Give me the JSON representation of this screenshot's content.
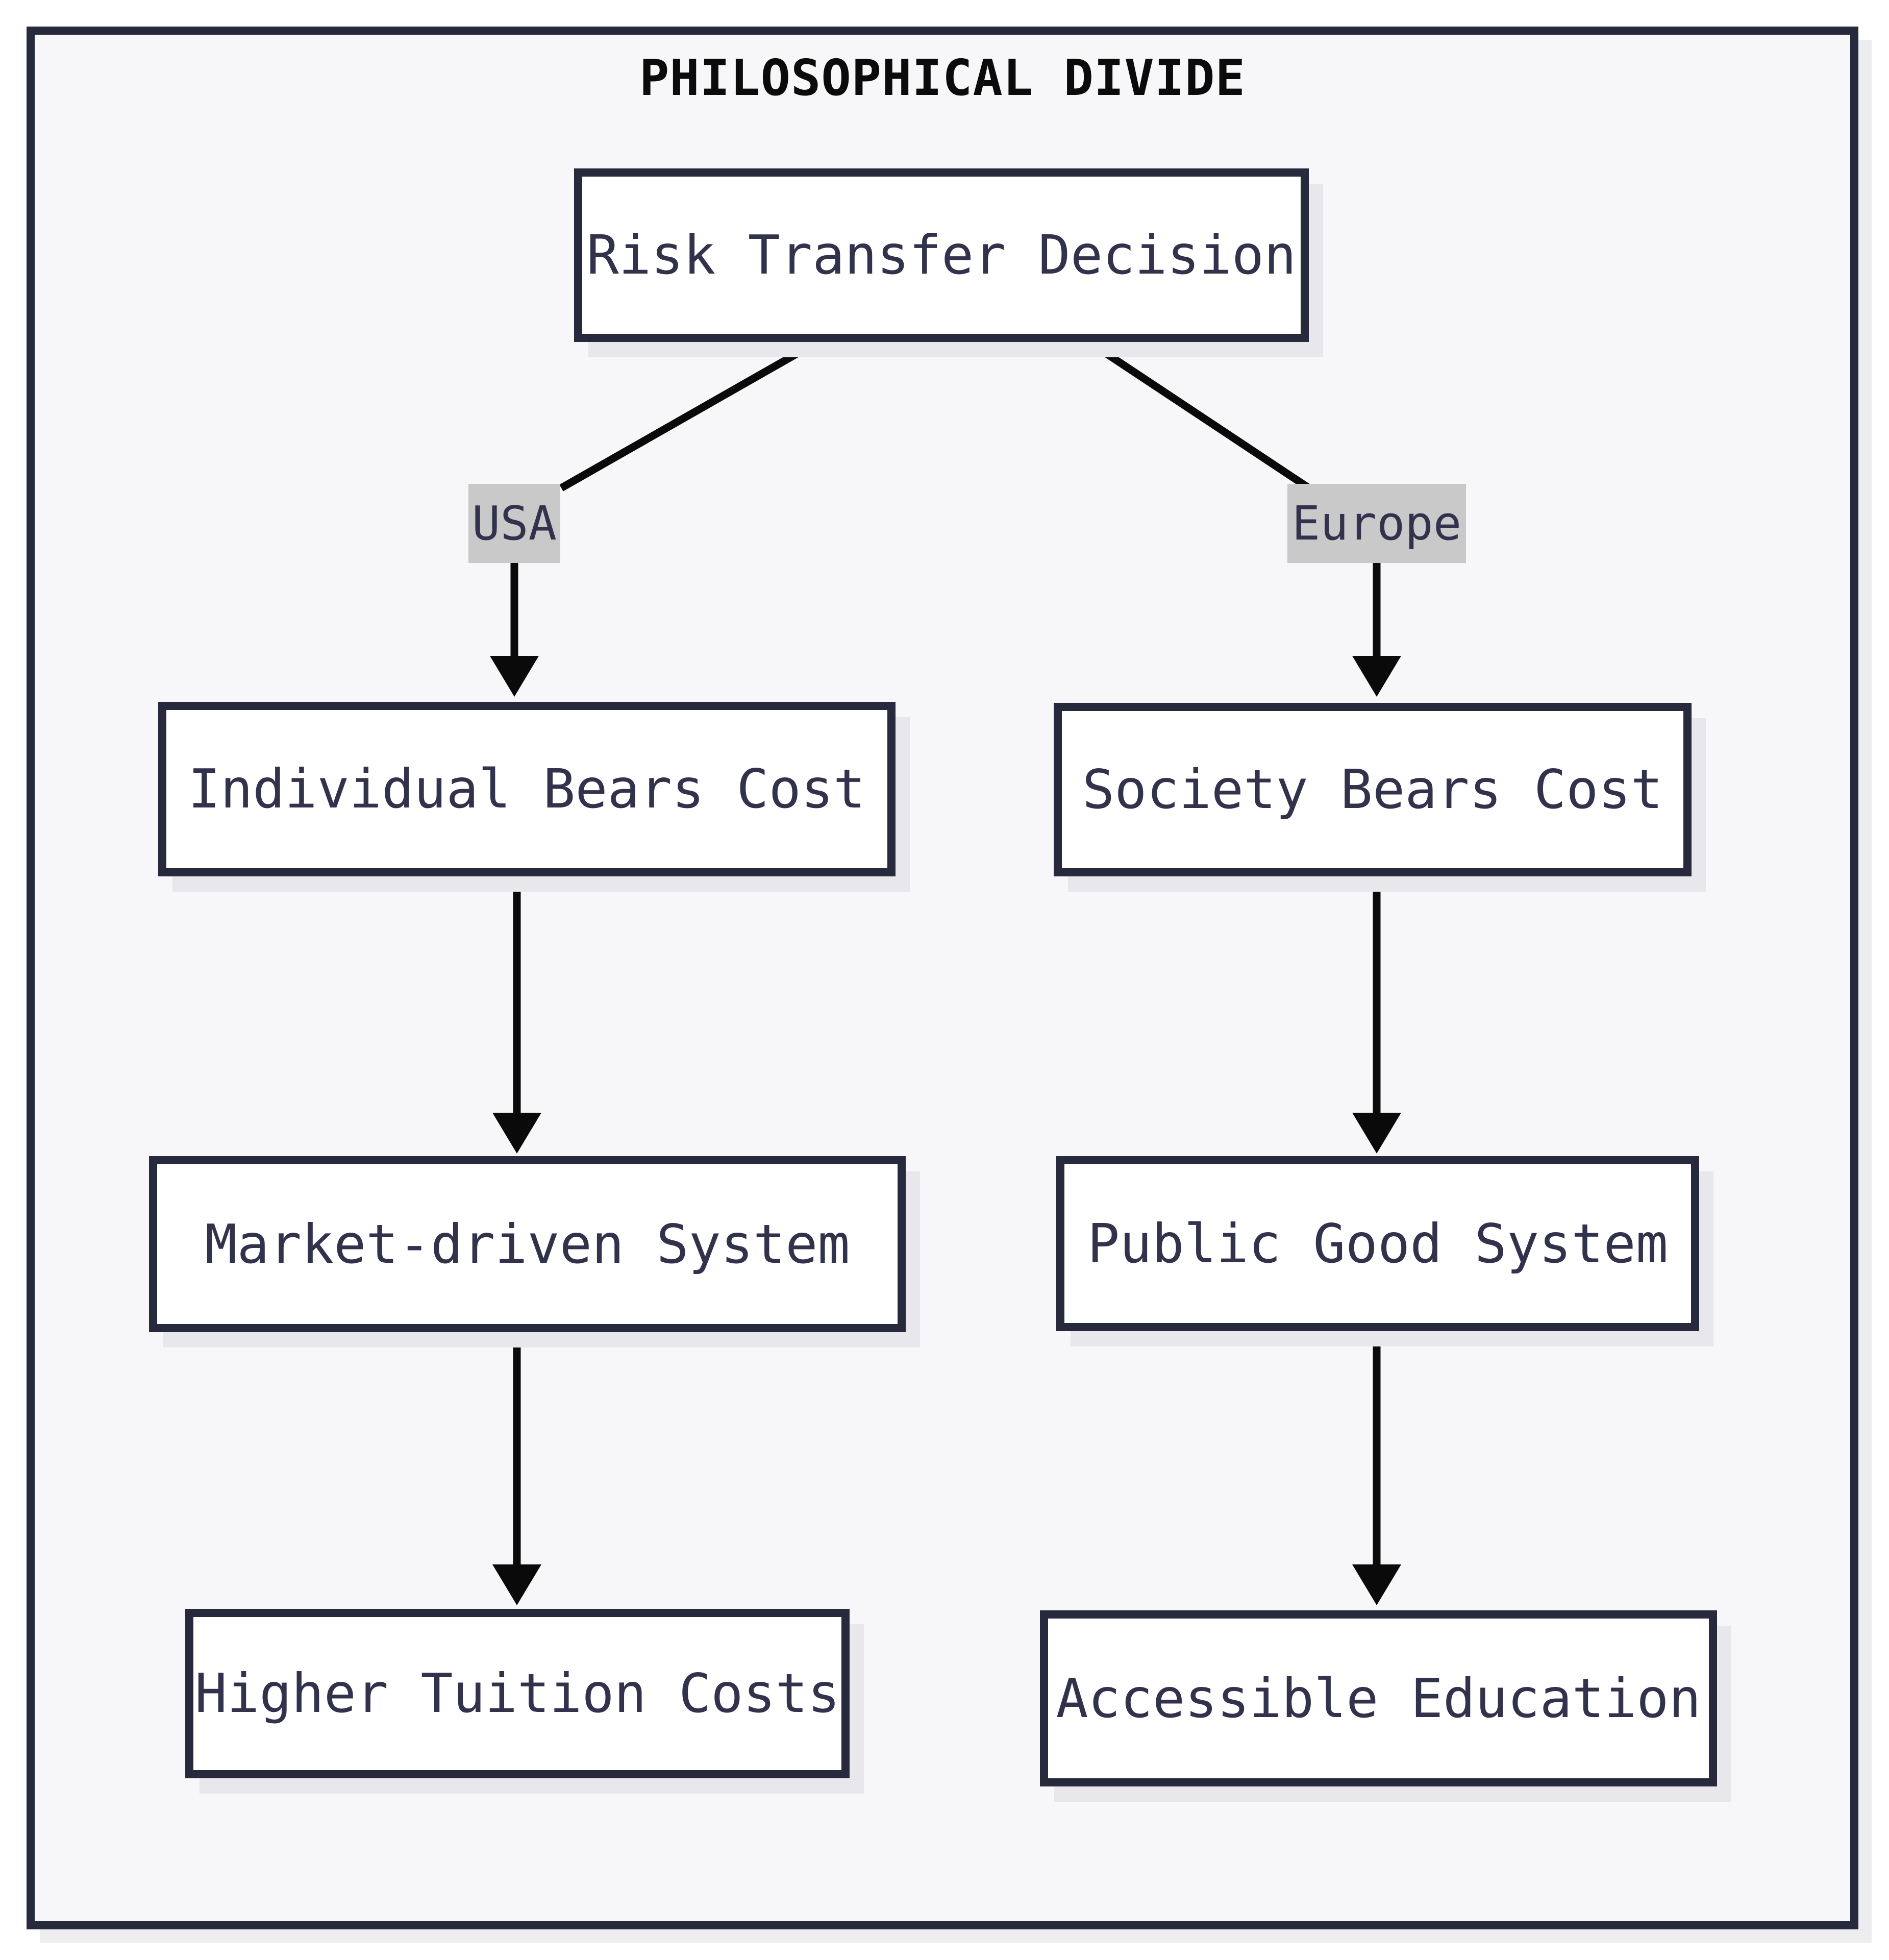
{
  "title": "PHILOSOPHICAL DIVIDE",
  "nodes": {
    "root": {
      "label": "Risk Transfer Decision"
    },
    "individual": {
      "label": "Individual Bears Cost"
    },
    "society": {
      "label": "Society Bears Cost"
    },
    "market": {
      "label": "Market-driven System"
    },
    "public": {
      "label": "Public Good System"
    },
    "tuition": {
      "label": "Higher Tuition Costs"
    },
    "accessible": {
      "label": "Accessible Education"
    }
  },
  "edge_labels": {
    "usa": {
      "label": "USA"
    },
    "europe": {
      "label": "Europe"
    }
  },
  "colors": {
    "page-bg": "#ffffff",
    "frame-bg": "#f7f7f9",
    "ink": "#272a3c",
    "text-ink": "#32324c",
    "title-ink": "#0b0b0b",
    "line-ink": "#0a0a0a",
    "node-bg": "#ffffff",
    "label-bg": "#c9c9c9",
    "node-shadow": "#e8e8ec",
    "frame-shadow": "#ededf0"
  }
}
